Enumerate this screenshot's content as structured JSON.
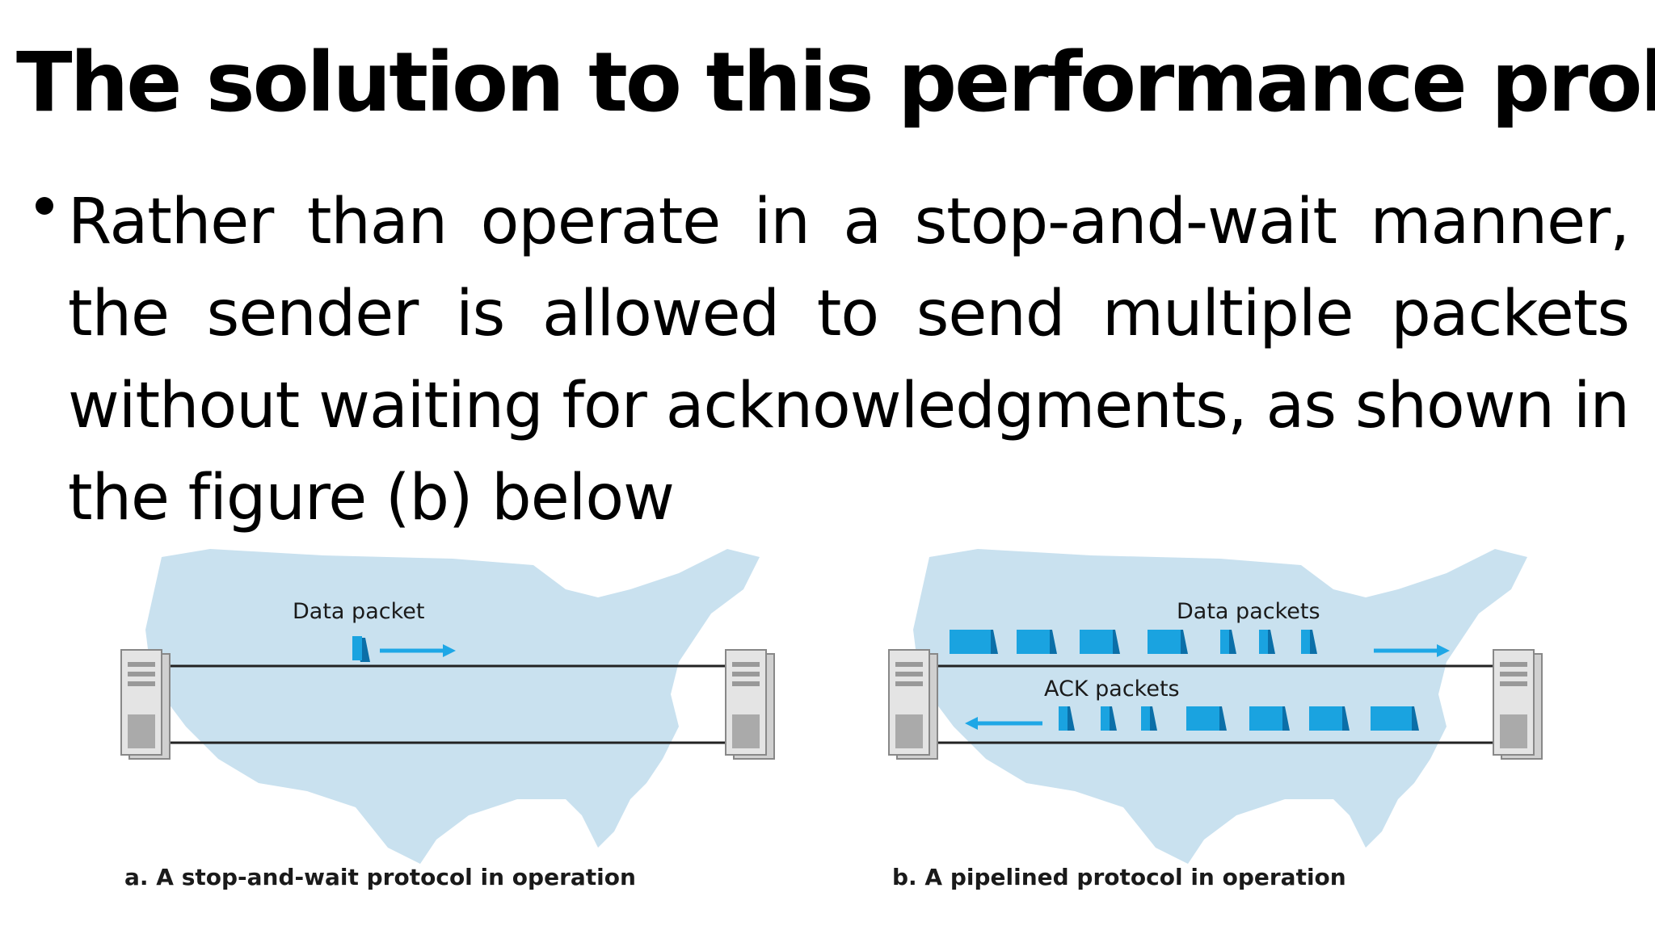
{
  "slide": {
    "title": "The solution to this performance problem",
    "bullet": "Rather than operate in a stop-and-wait manner, the sender is allowed to send multiple packets without waiting for acknowledgments, as shown in the figure (b) below"
  },
  "figures": [
    {
      "label_data": "Data packet",
      "caption": "a. A stop-and-wait protocol in operation"
    },
    {
      "label_data": "Data packets",
      "label_ack": "ACK packets",
      "caption": "b. A pipelined protocol in operation"
    }
  ],
  "colors": {
    "map": "#c9e1ef",
    "packet": "#1aa3e0",
    "packet_dark": "#0b6fa8",
    "arrow": "#1ea7e6",
    "server": "#d8d8d8",
    "line": "#222222"
  }
}
